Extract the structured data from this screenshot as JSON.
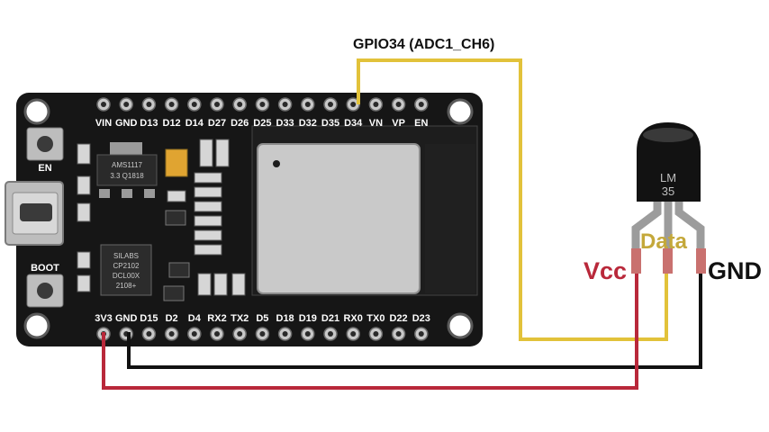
{
  "board": {
    "top_pins": [
      "VIN",
      "GND",
      "D13",
      "D12",
      "D14",
      "D27",
      "D26",
      "D25",
      "D33",
      "D32",
      "D35",
      "D34",
      "VN",
      "VP",
      "EN"
    ],
    "bottom_pins": [
      "3V3",
      "GND",
      "D15",
      "D2",
      "D4",
      "RX2",
      "TX2",
      "D5",
      "D18",
      "D19",
      "D21",
      "RX0",
      "TX0",
      "D22",
      "D23"
    ],
    "button_en_label": "EN",
    "button_boot_label": "BOOT",
    "regulator_text": [
      "AMS1117",
      "3.3  Q1818"
    ],
    "usb_chip_text": [
      "SILABS",
      "CP2102",
      "DCL00X",
      "2108+"
    ]
  },
  "sensor": {
    "text_line1": "LM",
    "text_line2": "35"
  },
  "labels": {
    "gpio": "GPIO34 (ADC1_CH6)",
    "vcc": "Vcc",
    "data": "Data",
    "gnd": "GND"
  },
  "colors": {
    "wire_data": "#e2c23a",
    "wire_vcc": "#b9283a",
    "wire_gnd": "#111111",
    "label_vcc": "#b9283a",
    "label_data": "#c4a83a",
    "board": "#161616",
    "shield": "#c9c9c9"
  }
}
